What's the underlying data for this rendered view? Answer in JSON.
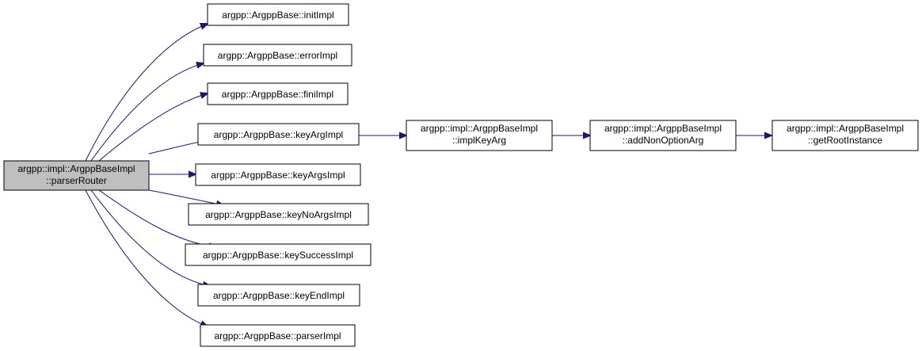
{
  "colors": {
    "edge": "#191970",
    "node_border": "#000000",
    "node_fill": "#ffffff",
    "root_fill": "#bfbfbf"
  },
  "nodes": {
    "root": {
      "line1": "argpp::impl::ArgppBaseImpl",
      "line2": "::parserRouter"
    },
    "initImpl": {
      "label": "argpp::ArgppBase::initImpl"
    },
    "errorImpl": {
      "label": "argpp::ArgppBase::errorImpl"
    },
    "finiImpl": {
      "label": "argpp::ArgppBase::finiImpl"
    },
    "keyArgImpl": {
      "label": "argpp::ArgppBase::keyArgImpl"
    },
    "keyArgsImpl": {
      "label": "argpp::ArgppBase::keyArgsImpl"
    },
    "keyNoArgsImpl": {
      "label": "argpp::ArgppBase::keyNoArgsImpl"
    },
    "keySuccessImpl": {
      "label": "argpp::ArgppBase::keySuccessImpl"
    },
    "keyEndImpl": {
      "label": "argpp::ArgppBase::keyEndImpl"
    },
    "parserImpl": {
      "label": "argpp::ArgppBase::parserImpl"
    },
    "implKeyArg": {
      "line1": "argpp::impl::ArgppBaseImpl",
      "line2": "::implKeyArg"
    },
    "addNonOptionArg": {
      "line1": "argpp::impl::ArgppBaseImpl",
      "line2": "::addNonOptionArg"
    },
    "getRootInstance": {
      "line1": "argpp::impl::ArgppBaseImpl",
      "line2": "::getRootInstance"
    }
  }
}
